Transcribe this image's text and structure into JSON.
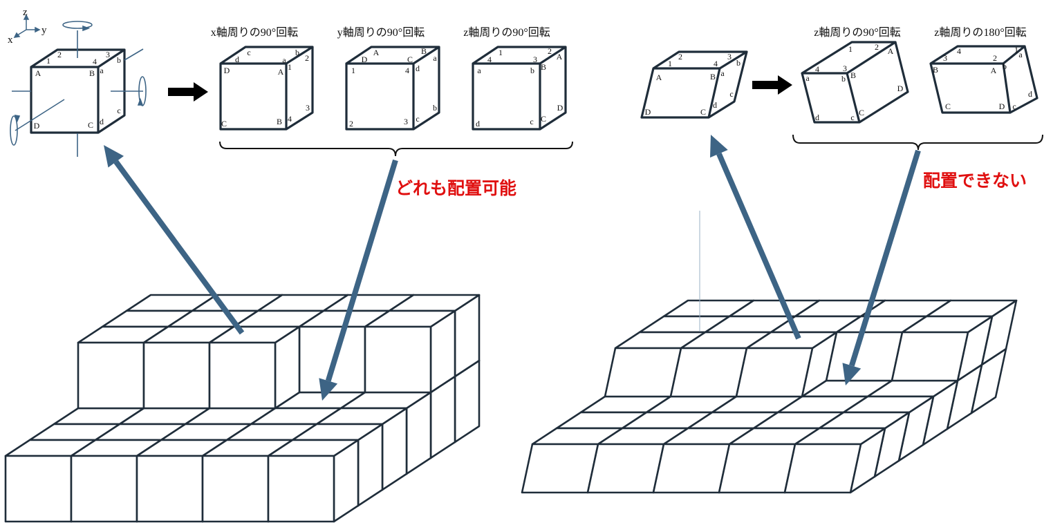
{
  "axes": {
    "x": "x",
    "y": "y",
    "z": "z"
  },
  "titles": {
    "rot_x_90": "x軸周りの90°回転",
    "rot_y_90": "y軸周りの90°回転",
    "rot_z_90": "z軸周りの90°回転",
    "sheared_rot_z_90": "z軸周りの90°回転",
    "sheared_rot_z_180": "z軸周りの180°回転"
  },
  "captions": {
    "left": "どれも配置可能",
    "right": "配置できない"
  },
  "cube_labels": {
    "original": [
      "1",
      "2",
      "3",
      "4",
      "A",
      "B",
      "a",
      "b",
      "c",
      "d",
      "C",
      "D"
    ],
    "rot_x_90": [
      "c",
      "d",
      "a",
      "b",
      "2",
      "D",
      "A",
      "1",
      "3",
      "C",
      "B",
      "4"
    ],
    "rot_y_90": [
      "A",
      "D",
      "B",
      "C",
      "a",
      "1",
      "4",
      "d",
      "b",
      "2",
      "3",
      "c"
    ],
    "rot_z_90": [
      "1",
      "4",
      "2",
      "3",
      "A",
      "a",
      "b",
      "B",
      "D",
      "d",
      "c",
      "C"
    ],
    "sheared_original": [
      "1",
      "2",
      "3",
      "4",
      "A",
      "B",
      "a",
      "b",
      "c",
      "d",
      "D",
      "C"
    ],
    "sheared_rot_z_90": [
      "1",
      "2",
      "A",
      "4",
      "3",
      "a",
      "b",
      "B",
      "D",
      "d",
      "c",
      "C"
    ],
    "sheared_rot_z_180": [
      "4",
      "3",
      "2",
      "1",
      "B",
      "A",
      "b",
      "a",
      "d",
      "c",
      "D",
      "C"
    ]
  },
  "colors": {
    "line": "#1f2d3a",
    "arrow": "#3d6485",
    "caption": "#e01010",
    "black_arrow": "#000000"
  }
}
